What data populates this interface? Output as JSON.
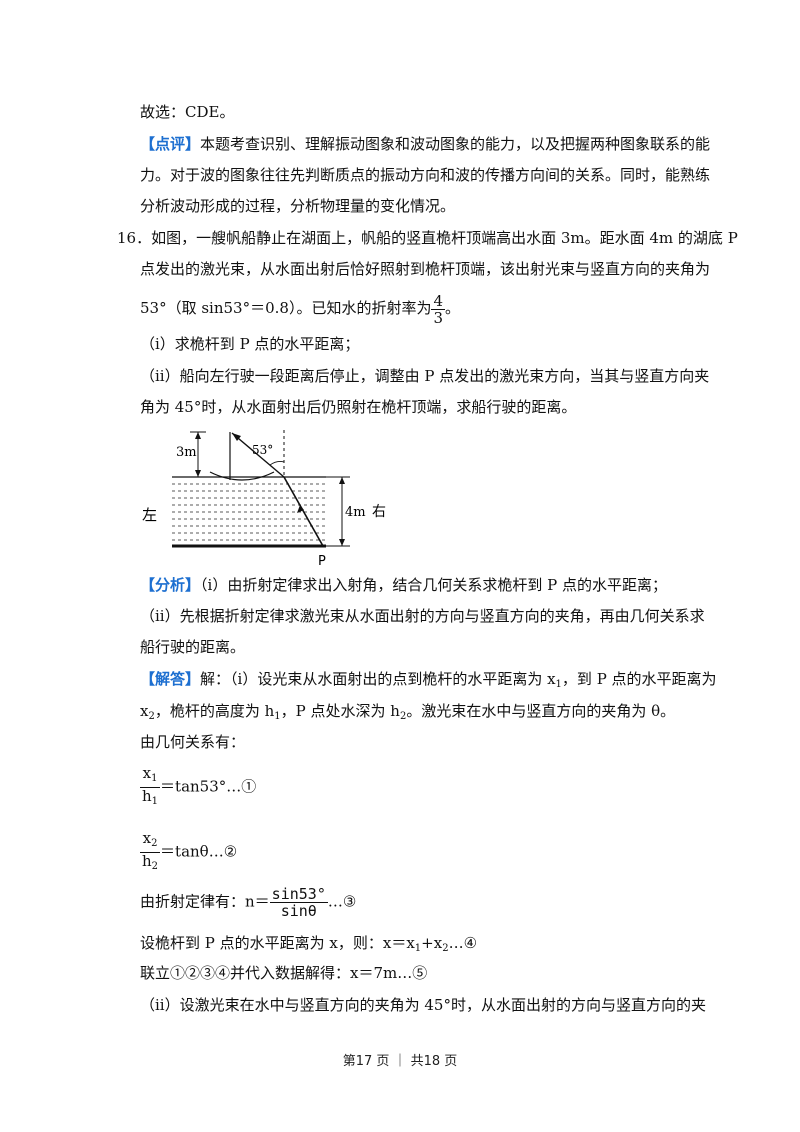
{
  "lines": {
    "l1": "故选：CDE。",
    "l2_tag": "【点评】",
    "l2": "本题考查识别、理解振动图象和波动图象的能力，以及把握两种图象联系的能",
    "l3": "力。对于波的图象往往先判断质点的振动方向和波的传播方向间的关系。同时，能熟练",
    "l4": "分析波动形成的过程，分析物理量的变化情况。",
    "l5": "16．如图，一艘帆船静止在湖面上，帆船的竖直桅杆顶端高出水面 3m。距水面 4m 的湖底 P",
    "l6": "点发出的激光束，从水面出射后恰好照射到桅杆顶端，该出射光束与竖直方向的夹角为",
    "l7": "53°（取 sin53°＝0.8）。已知水的折射率为",
    "l7_num": "4",
    "l7_den": "3",
    "l7_end": "。",
    "l8": "（i）求桅杆到 P 点的水平距离；",
    "l9": "（ii）船向左行驶一段距离后停止，调整由 P 点发出的激光束方向，当其与竖直方向夹",
    "l10": "角为 45°时，从水面射出后仍照射在桅杆顶端，求船行驶的距离。",
    "l11_tag": "【分析】",
    "l11": "（i）由折射定律求出入射角，结合几何关系求桅杆到 P 点的水平距离；",
    "l12": "（ii）先根据折射定律求激光束从水面出射的方向与竖直方向的夹角，再由几何关系求",
    "l13": "船行驶的距离。",
    "l14_tag": "【解答】",
    "l14a": "解：（i）设光束从水面射出的点到桅杆的水平距离为 x",
    "l14b": "，到 P 点的水平距离为",
    "l15a": "x",
    "l15b": "，桅杆的高度为 h",
    "l15c": "，P 点处水深为 h",
    "l15d": "。激光束在水中与竖直方向的夹角为 θ。",
    "l16": "由几何关系有：",
    "l20": "设桅杆到 P 点的水平距离为 x，则：x＝x",
    "l20b": "+x",
    "l20c": "…④",
    "l21": "联立①②③④并代入数据解得：x＝7m…⑤",
    "l22": "（ii）设激光束在水中与竖直方向的夹角为 45°时，从水面出射的方向与竖直方向的夹"
  },
  "subs": {
    "one": "1",
    "two": "2"
  },
  "eq1": {
    "num": "x",
    "num_sub": "1",
    "den": "h",
    "den_sub": "1",
    "rhs": "＝tan53°…①"
  },
  "eq2": {
    "num": "x",
    "num_sub": "2",
    "den": "h",
    "den_sub": "2",
    "rhs": "＝tanθ…②"
  },
  "eq3": {
    "lead": "由折射定律有：n＝",
    "num": "sin53°",
    "den": "sinθ",
    "rhs": "…③"
  },
  "diagram": {
    "label_3m": "3m",
    "label_4m": "4m",
    "label_right": "右",
    "label_left": "左",
    "label_angle": "53°",
    "label_p": "P"
  },
  "footer": {
    "text": "第17 页 ｜ 共18 页"
  }
}
